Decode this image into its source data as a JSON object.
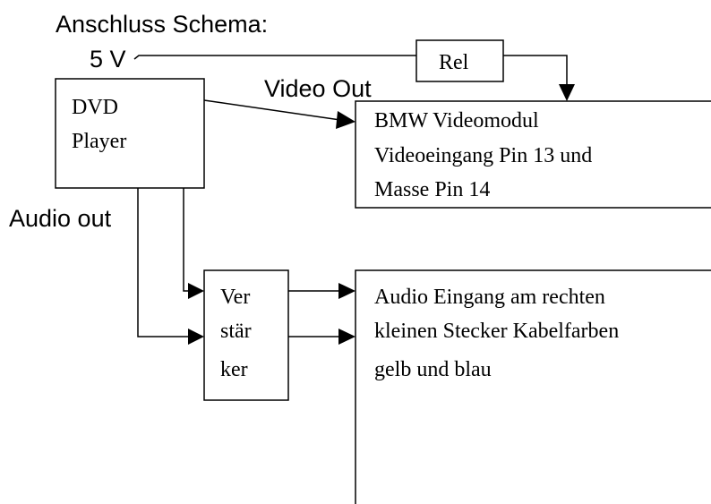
{
  "title": "Anschluss Schema:",
  "labels": {
    "power": "5 V",
    "video_out": "Video Out",
    "audio_out": "Audio out"
  },
  "dvd_player": {
    "line1": "DVD",
    "line2": "Player"
  },
  "relay": {
    "label": "Rel"
  },
  "video_module": {
    "line1": "BMW Videomodul",
    "line2": "Videoeingang Pin 13 und",
    "line3": "Masse Pin 14"
  },
  "amplifier": {
    "line1": "Ver",
    "line2": "stär",
    "line3": "ker"
  },
  "audio_input": {
    "line1": "Audio Eingang am rechten",
    "line2": "kleinen Stecker Kabelfarben",
    "line3": "gelb und blau"
  }
}
